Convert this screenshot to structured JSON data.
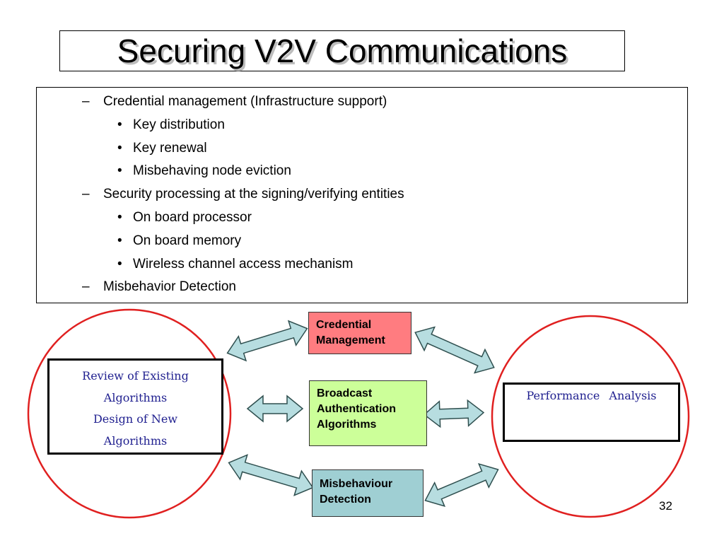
{
  "slide": {
    "title": "Securing V2V Communications",
    "page_number": "32"
  },
  "bullets": {
    "dash": "–",
    "dot": "•",
    "item1": "Credential management (Infrastructure support)",
    "item1_sub1": "Key distribution",
    "item1_sub2": "Key renewal",
    "item1_sub3": "Misbehaving node eviction",
    "item2": "Security processing at the signing/verifying entities",
    "item2_sub1": "On board processor",
    "item2_sub2": "On board memory",
    "item2_sub3": "Wireless channel access mechanism",
    "item3": "Misbehavior Detection"
  },
  "diagram": {
    "left_box": {
      "line1": "Review of Existing",
      "line2": "Algorithms",
      "line3": "Design of New",
      "line4": "Algorithms"
    },
    "right_box": {
      "word1": "Performance",
      "word2": "Analysis"
    },
    "credential": {
      "line1": "Credential",
      "line2": "Management"
    },
    "broadcast": {
      "line1": "Broadcast",
      "line2": "Authentication",
      "line3": "Algorithms"
    },
    "misbehaviour": {
      "line1": "Misbehaviour",
      "line2": "Detection"
    },
    "colors": {
      "credential_fill": "#ff7c80",
      "broadcast_fill": "#ccff99",
      "misbehaviour_fill": "#9fcfd3",
      "circle_stroke": "#e02020",
      "arrow_fill": "#b7dde0",
      "serif_text": "#1f1f8f"
    }
  }
}
